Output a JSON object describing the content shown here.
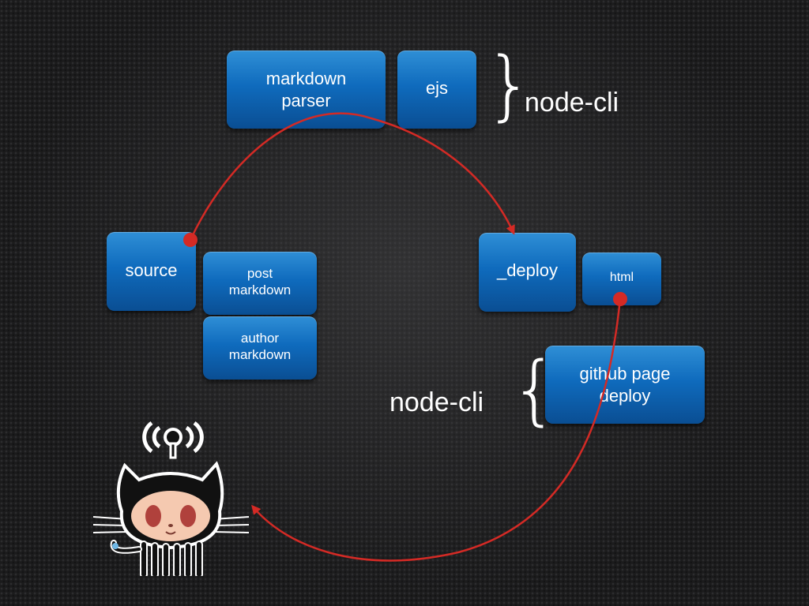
{
  "boxes": {
    "markdown_parser": "markdown\nparser",
    "ejs": "ejs",
    "source": "source",
    "post_markdown": "post\nmarkdown",
    "author_markdown": "author\nmarkdown",
    "deploy": "_deploy",
    "html": "html",
    "github_page_deploy": "github page\ndeploy"
  },
  "labels": {
    "node_cli_top": "node-cli",
    "node_cli_bottom": "node-cli",
    "brace_right": "}",
    "brace_left": "{"
  },
  "colors": {
    "box_top": "#2f8fd6",
    "box_bottom": "#0a4e93",
    "arrow": "#d42a25",
    "text": "#ffffff"
  },
  "icons": {
    "mascot": "octocat-icon"
  }
}
